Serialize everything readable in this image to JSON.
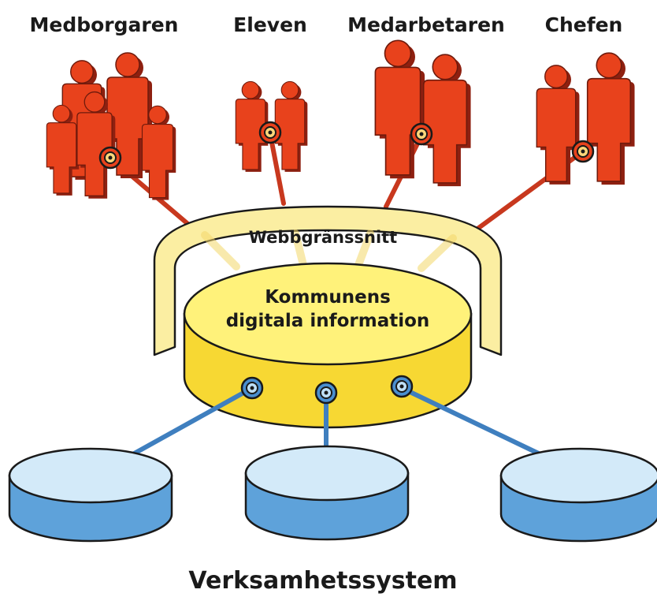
{
  "groups": [
    {
      "label": "Medborgaren"
    },
    {
      "label": "Eleven"
    },
    {
      "label": "Medarbetaren"
    },
    {
      "label": "Chefen"
    }
  ],
  "web_interface": {
    "label": "Webbgränssnitt"
  },
  "core": {
    "line1": "Kommunens",
    "line2": "digitala information"
  },
  "systems": {
    "label": "Verksamhetssystem",
    "count": 3
  },
  "colors": {
    "people": "#e8421c",
    "people_shadow": "#8e2010",
    "web_shell": "#fbeea2",
    "core_top": "#fff27a",
    "core_side": "#f7d833",
    "db_top": "#d3eaf9",
    "db_side": "#5ea2da",
    "connector_red": "#c8381e",
    "connector_blue": "#3f7fbf",
    "outline": "#1a1a1a"
  }
}
